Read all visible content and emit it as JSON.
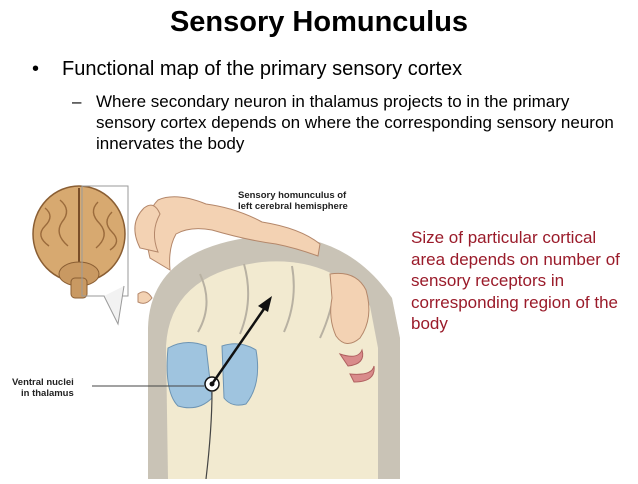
{
  "slide": {
    "title": "Sensory Homunculus",
    "bullet": {
      "marker": "•",
      "text": "Functional map of the primary sensory cortex"
    },
    "sub_bullet": {
      "marker": "–",
      "text": "Where secondary neuron in thalamus projects to in the primary sensory cortex depends on where the corresponding sensory neuron innervates the body"
    },
    "note": "Size of particular cortical area depends on number of sensory receptors in corresponding region of the body",
    "note_color": "#9a1b2a"
  },
  "figure": {
    "homunculus_label_line1": "Sensory homunculus of",
    "homunculus_label_line2": "left cerebral hemisphere",
    "ventral_label_line1": "Ventral nuclei",
    "ventral_label_line2": "in thalamus",
    "colors": {
      "cortex_gray": "#c9c3b6",
      "white_matter": "#f2ead0",
      "skin": "#f3d2b3",
      "thalamus_blue": "#9fc4df",
      "brain_tan": "#d7a970"
    }
  }
}
